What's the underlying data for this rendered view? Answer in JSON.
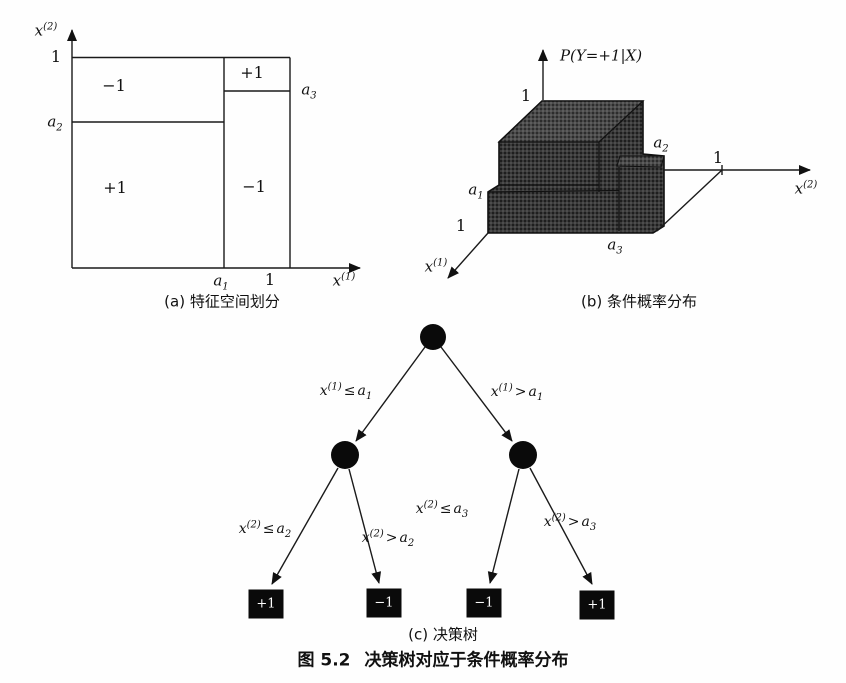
{
  "figure_caption": {
    "number": "图 5.2",
    "title": "决策树对应于条件概率分布"
  },
  "panel_a": {
    "caption": "(a) 特征空间划分",
    "y_axis_label": {
      "base": "x",
      "sup": "(2)"
    },
    "x_axis_label": {
      "base": "x",
      "sup": "(1)"
    },
    "y_tick": "1",
    "x_tick": "1",
    "a1": {
      "base": "a",
      "sub": "1"
    },
    "a2": {
      "base": "a",
      "sub": "2"
    },
    "a3": {
      "base": "a",
      "sub": "3"
    },
    "regions": {
      "top_left": "−1",
      "top_right": "+1",
      "bottom_left": "+1",
      "bottom_right": "−1"
    }
  },
  "panel_b": {
    "caption": "(b) 条件概率分布",
    "p_axis_label": "P(Y=+1|X)",
    "p_tick": "1",
    "x1_axis_label": {
      "base": "x",
      "sup": "(1)"
    },
    "x1_tick": "1",
    "x2_axis_label": {
      "base": "x",
      "sup": "(2)"
    },
    "x2_tick": "1",
    "a1": {
      "base": "a",
      "sub": "1"
    },
    "a2": {
      "base": "a",
      "sub": "2"
    },
    "a3": {
      "base": "a",
      "sub": "3"
    }
  },
  "panel_c": {
    "caption": "(c) 决策树",
    "edges": [
      {
        "lhs": {
          "base": "x",
          "sup": "(1)"
        },
        "op": "≤",
        "rhs": {
          "base": "a",
          "sub": "1"
        }
      },
      {
        "lhs": {
          "base": "x",
          "sup": "(1)"
        },
        "op": ">",
        "rhs": {
          "base": "a",
          "sub": "1"
        }
      },
      {
        "lhs": {
          "base": "x",
          "sup": "(2)"
        },
        "op": "≤",
        "rhs": {
          "base": "a",
          "sub": "2"
        }
      },
      {
        "lhs": {
          "base": "x",
          "sup": "(2)"
        },
        "op": ">",
        "rhs": {
          "base": "a",
          "sub": "2"
        }
      },
      {
        "lhs": {
          "base": "x",
          "sup": "(2)"
        },
        "op": "≤",
        "rhs": {
          "base": "a",
          "sub": "3"
        }
      },
      {
        "lhs": {
          "base": "x",
          "sup": "(2)"
        },
        "op": ">",
        "rhs": {
          "base": "a",
          "sub": "3"
        }
      }
    ],
    "leaves": [
      "+1",
      "−1",
      "−1",
      "+1"
    ]
  }
}
